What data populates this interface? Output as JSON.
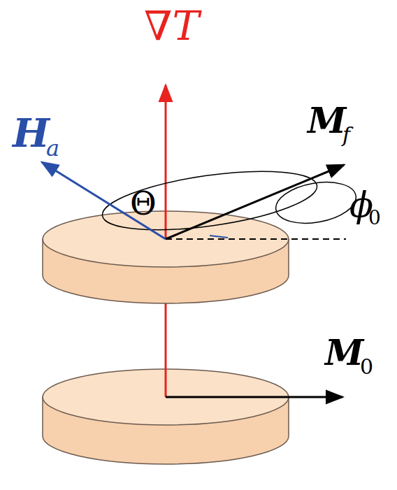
{
  "diagram": {
    "labels": [
      "∇T",
      "H",
      "a",
      "Θ",
      "M",
      "f",
      "ϕ",
      "0",
      "M",
      "0"
    ]
  }
}
